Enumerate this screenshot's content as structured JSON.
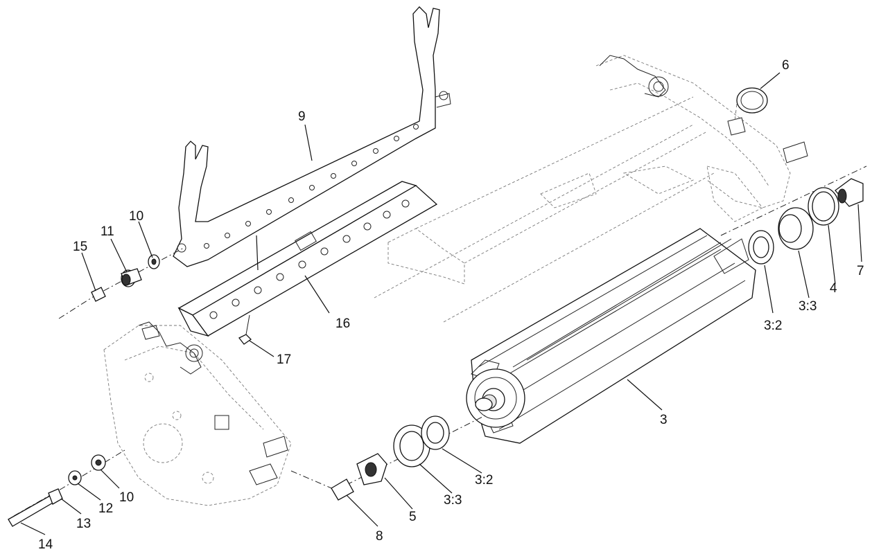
{
  "diagram": {
    "callouts": [
      {
        "id": "c9",
        "text": "9"
      },
      {
        "id": "c6",
        "text": "6"
      },
      {
        "id": "c10a",
        "text": "10"
      },
      {
        "id": "c11",
        "text": "11"
      },
      {
        "id": "c15",
        "text": "15"
      },
      {
        "id": "c16",
        "text": "16"
      },
      {
        "id": "c17",
        "text": "17"
      },
      {
        "id": "c7",
        "text": "7"
      },
      {
        "id": "c4",
        "text": "4"
      },
      {
        "id": "c33a",
        "text": "3:3"
      },
      {
        "id": "c32a",
        "text": "3:2"
      },
      {
        "id": "c3",
        "text": "3"
      },
      {
        "id": "c32b",
        "text": "3:2"
      },
      {
        "id": "c33b",
        "text": "3:3"
      },
      {
        "id": "c5",
        "text": "5"
      },
      {
        "id": "c8",
        "text": "8"
      },
      {
        "id": "c10b",
        "text": "10"
      },
      {
        "id": "c12",
        "text": "12"
      },
      {
        "id": "c13",
        "text": "13"
      },
      {
        "id": "c14",
        "text": "14"
      }
    ]
  }
}
